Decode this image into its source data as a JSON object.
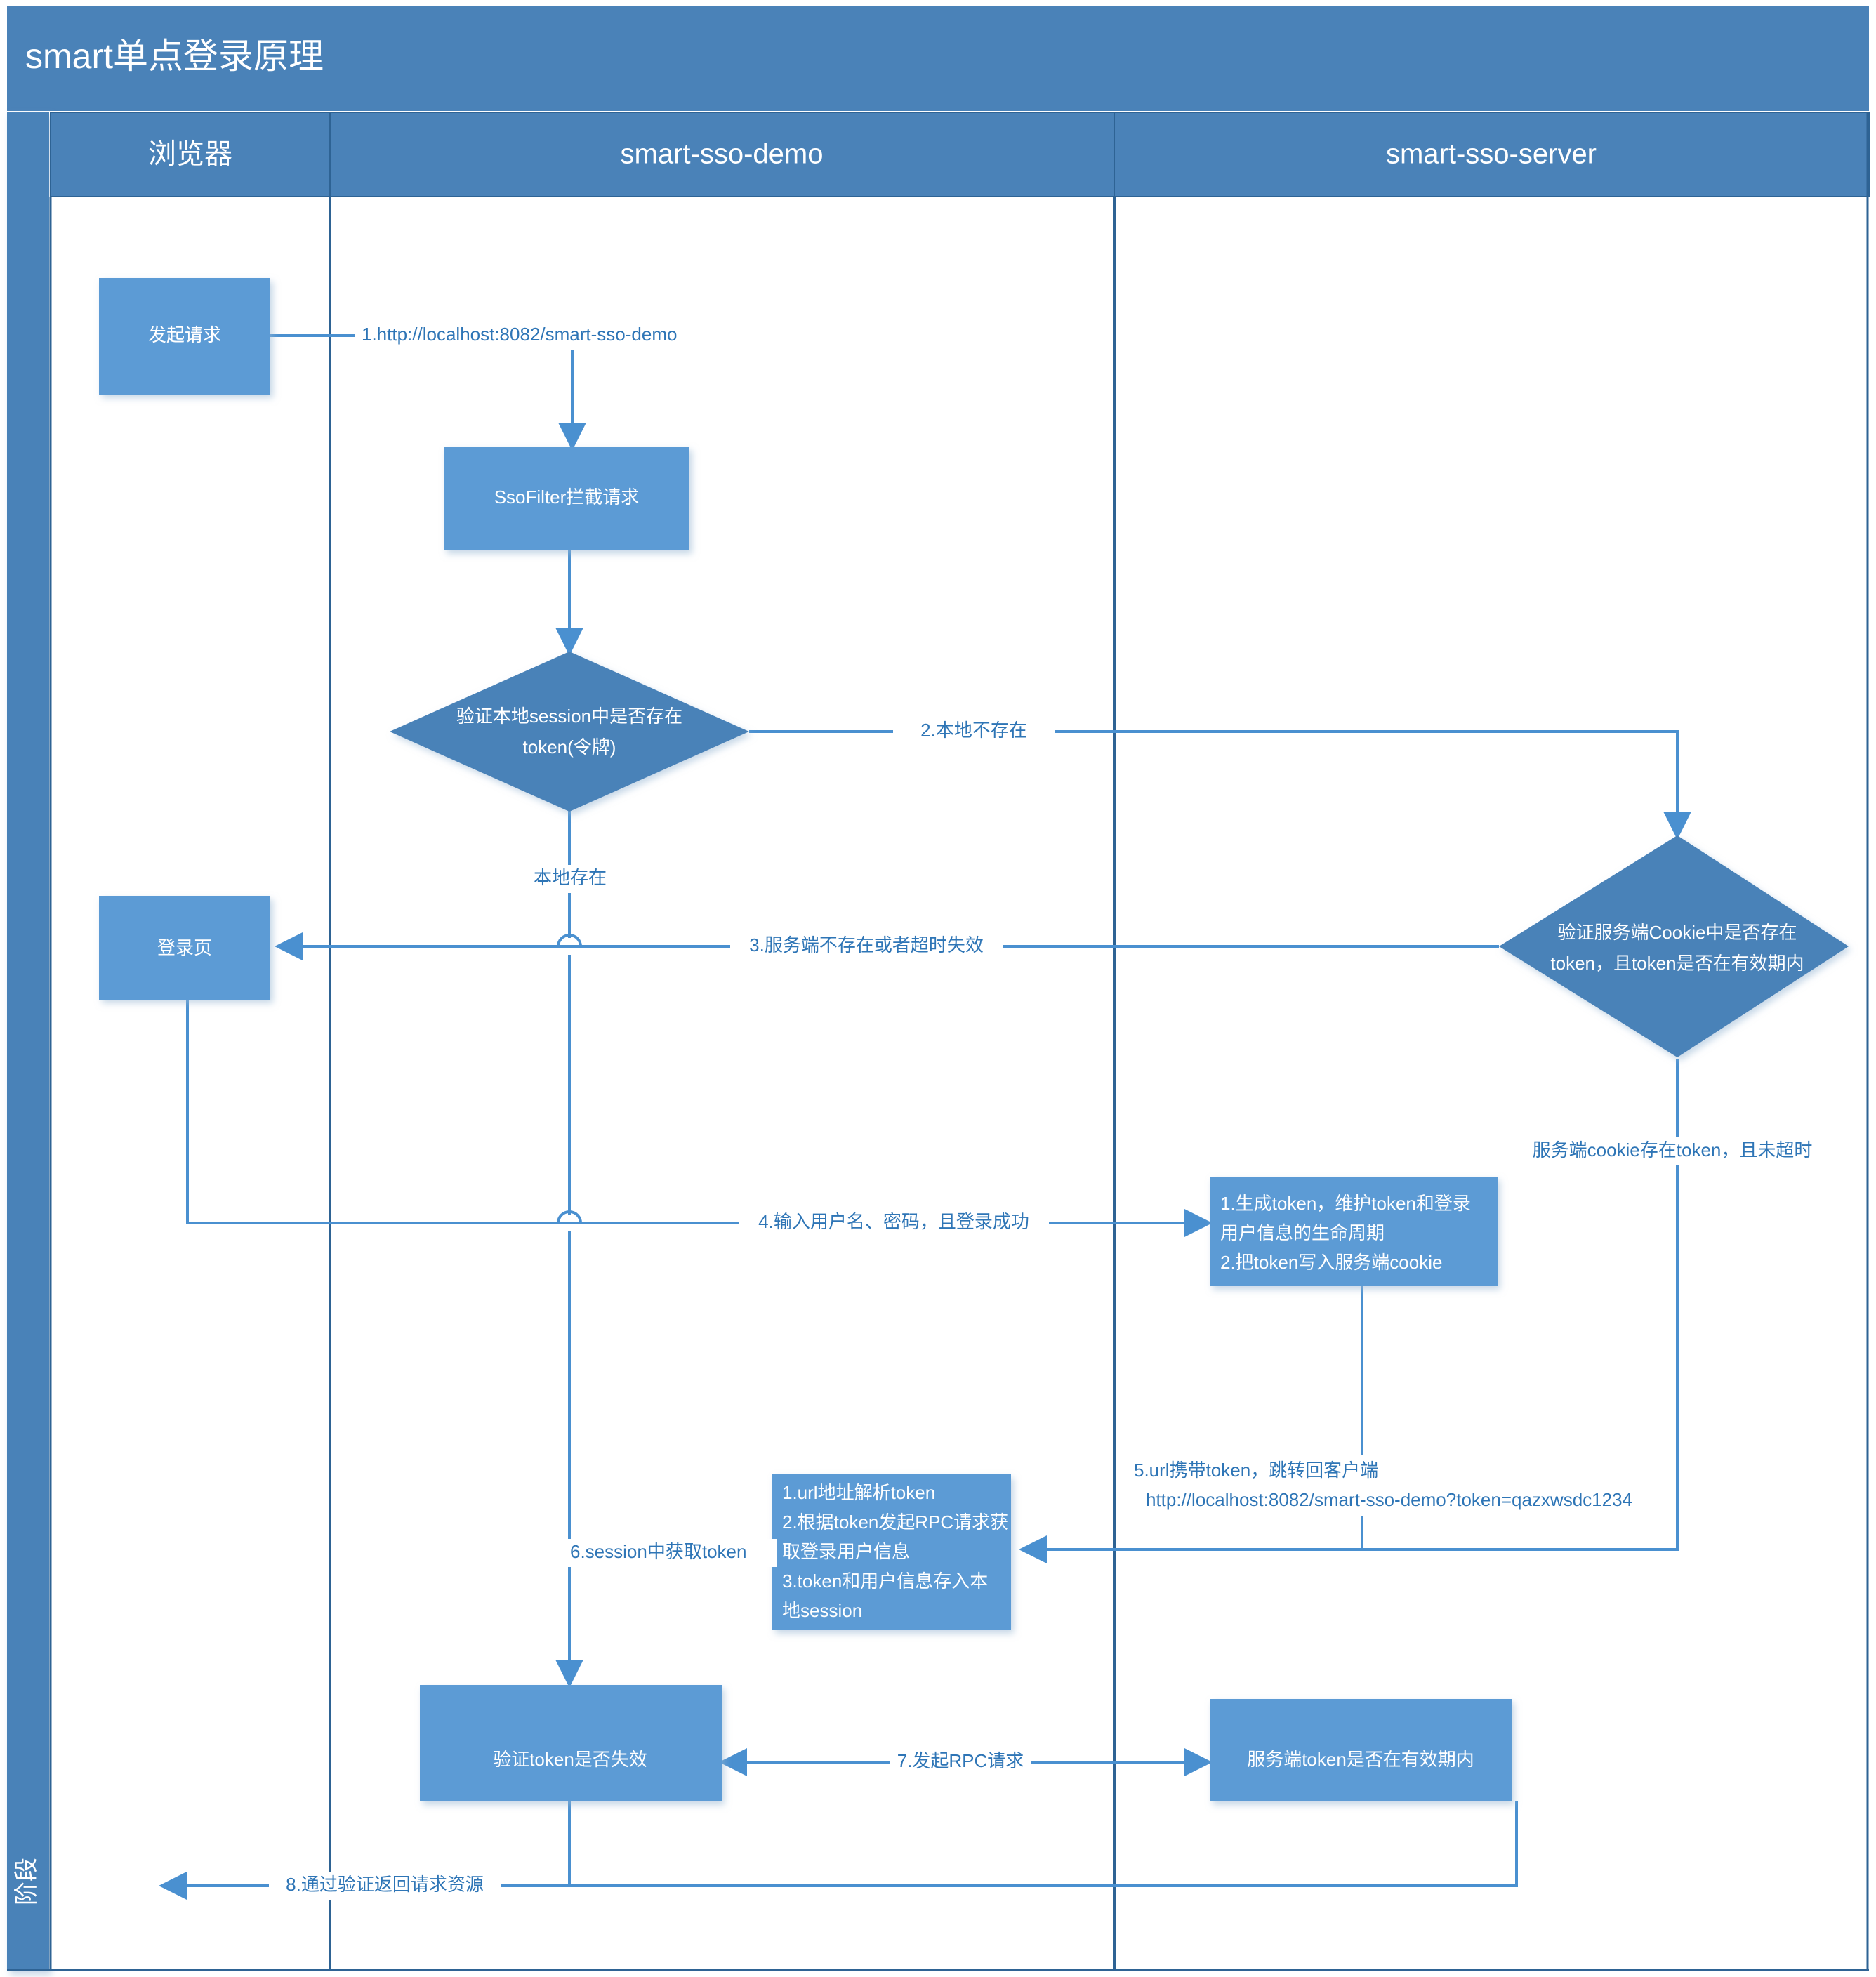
{
  "diagram": {
    "title": "smart单点登录原理",
    "phase_band_label": "阶段",
    "colors": {
      "header_fill": "#4A82B8",
      "node_fill": "#5B9BD5",
      "line": "#4A90D0",
      "label_text": "#2E75B6",
      "canvas": "#FFFFFF"
    },
    "lanes": [
      {
        "id": "browser",
        "label": "浏览器"
      },
      {
        "id": "demo",
        "label": "smart-sso-demo"
      },
      {
        "id": "server",
        "label": "smart-sso-server"
      }
    ],
    "nodes": [
      {
        "id": "n-request",
        "lane": "browser",
        "shape": "rect",
        "lines": [
          "发起请求"
        ]
      },
      {
        "id": "n-ssofilter",
        "lane": "demo",
        "shape": "rect",
        "lines": [
          "SsoFilter拦截请求"
        ]
      },
      {
        "id": "n-check-session",
        "lane": "demo",
        "shape": "diamond",
        "lines": [
          "验证本地session中是否存在",
          "token(令牌)"
        ]
      },
      {
        "id": "n-check-cookie",
        "lane": "server",
        "shape": "diamond",
        "lines": [
          "验证服务端Cookie中是否存在",
          "token，且token是否在有效期内"
        ]
      },
      {
        "id": "n-login-page",
        "lane": "browser",
        "shape": "rect",
        "lines": [
          "登录页"
        ]
      },
      {
        "id": "n-gen-token",
        "lane": "server",
        "shape": "rect-left",
        "lines": [
          "1.生成token，维护token和登录",
          "用户信息的生命周期",
          "2.把token写入服务端cookie"
        ]
      },
      {
        "id": "n-parse-token",
        "lane": "demo",
        "shape": "rect-left",
        "lines": [
          "1.url地址解析token",
          "2.根据token发起RPC请求获",
          "取登录用户信息",
          "3.token和用户信息存入本",
          "地session"
        ]
      },
      {
        "id": "n-verify-token",
        "lane": "demo",
        "shape": "rect",
        "lines": [
          "验证token是否失效"
        ]
      },
      {
        "id": "n-server-token-valid",
        "lane": "server",
        "shape": "rect",
        "lines": [
          "服务端token是否在有效期内"
        ]
      }
    ],
    "edges": [
      {
        "id": "e1",
        "label": "1.http://localhost:8082/smart-sso-demo",
        "from": "n-request",
        "to": "n-ssofilter"
      },
      {
        "id": "e2",
        "label": "2.本地不存在",
        "from": "n-check-session",
        "to": "n-check-cookie"
      },
      {
        "id": "e-local-exists",
        "label": "本地存在",
        "from": "n-check-session",
        "to": "n-verify-token"
      },
      {
        "id": "e3",
        "label": "3.服务端不存在或者超时失效",
        "from": "n-check-cookie",
        "to": "n-login-page"
      },
      {
        "id": "e4",
        "label": "4.输入用户名、密码，且登录成功",
        "from": "n-login-page",
        "to": "n-gen-token"
      },
      {
        "id": "e-cookie-ok",
        "label": "服务端cookie存在token，且未超时",
        "from": "n-check-cookie",
        "to": "n-parse-token"
      },
      {
        "id": "e5",
        "label_line1": "5.url携带token，跳转回客户端",
        "label_line2": "http://localhost:8082/smart-sso-demo?token=qazxwsdc1234",
        "from": "n-gen-token",
        "to": "n-parse-token"
      },
      {
        "id": "e6",
        "label": "6.session中获取token",
        "from": "n-parse-token",
        "to": "n-verify-token"
      },
      {
        "id": "e7",
        "label": "7.发起RPC请求",
        "from": "n-verify-token",
        "to": "n-server-token-valid"
      },
      {
        "id": "e8",
        "label": "8.通过验证返回请求资源",
        "from": "n-verify-token",
        "to": "n-request"
      }
    ]
  }
}
